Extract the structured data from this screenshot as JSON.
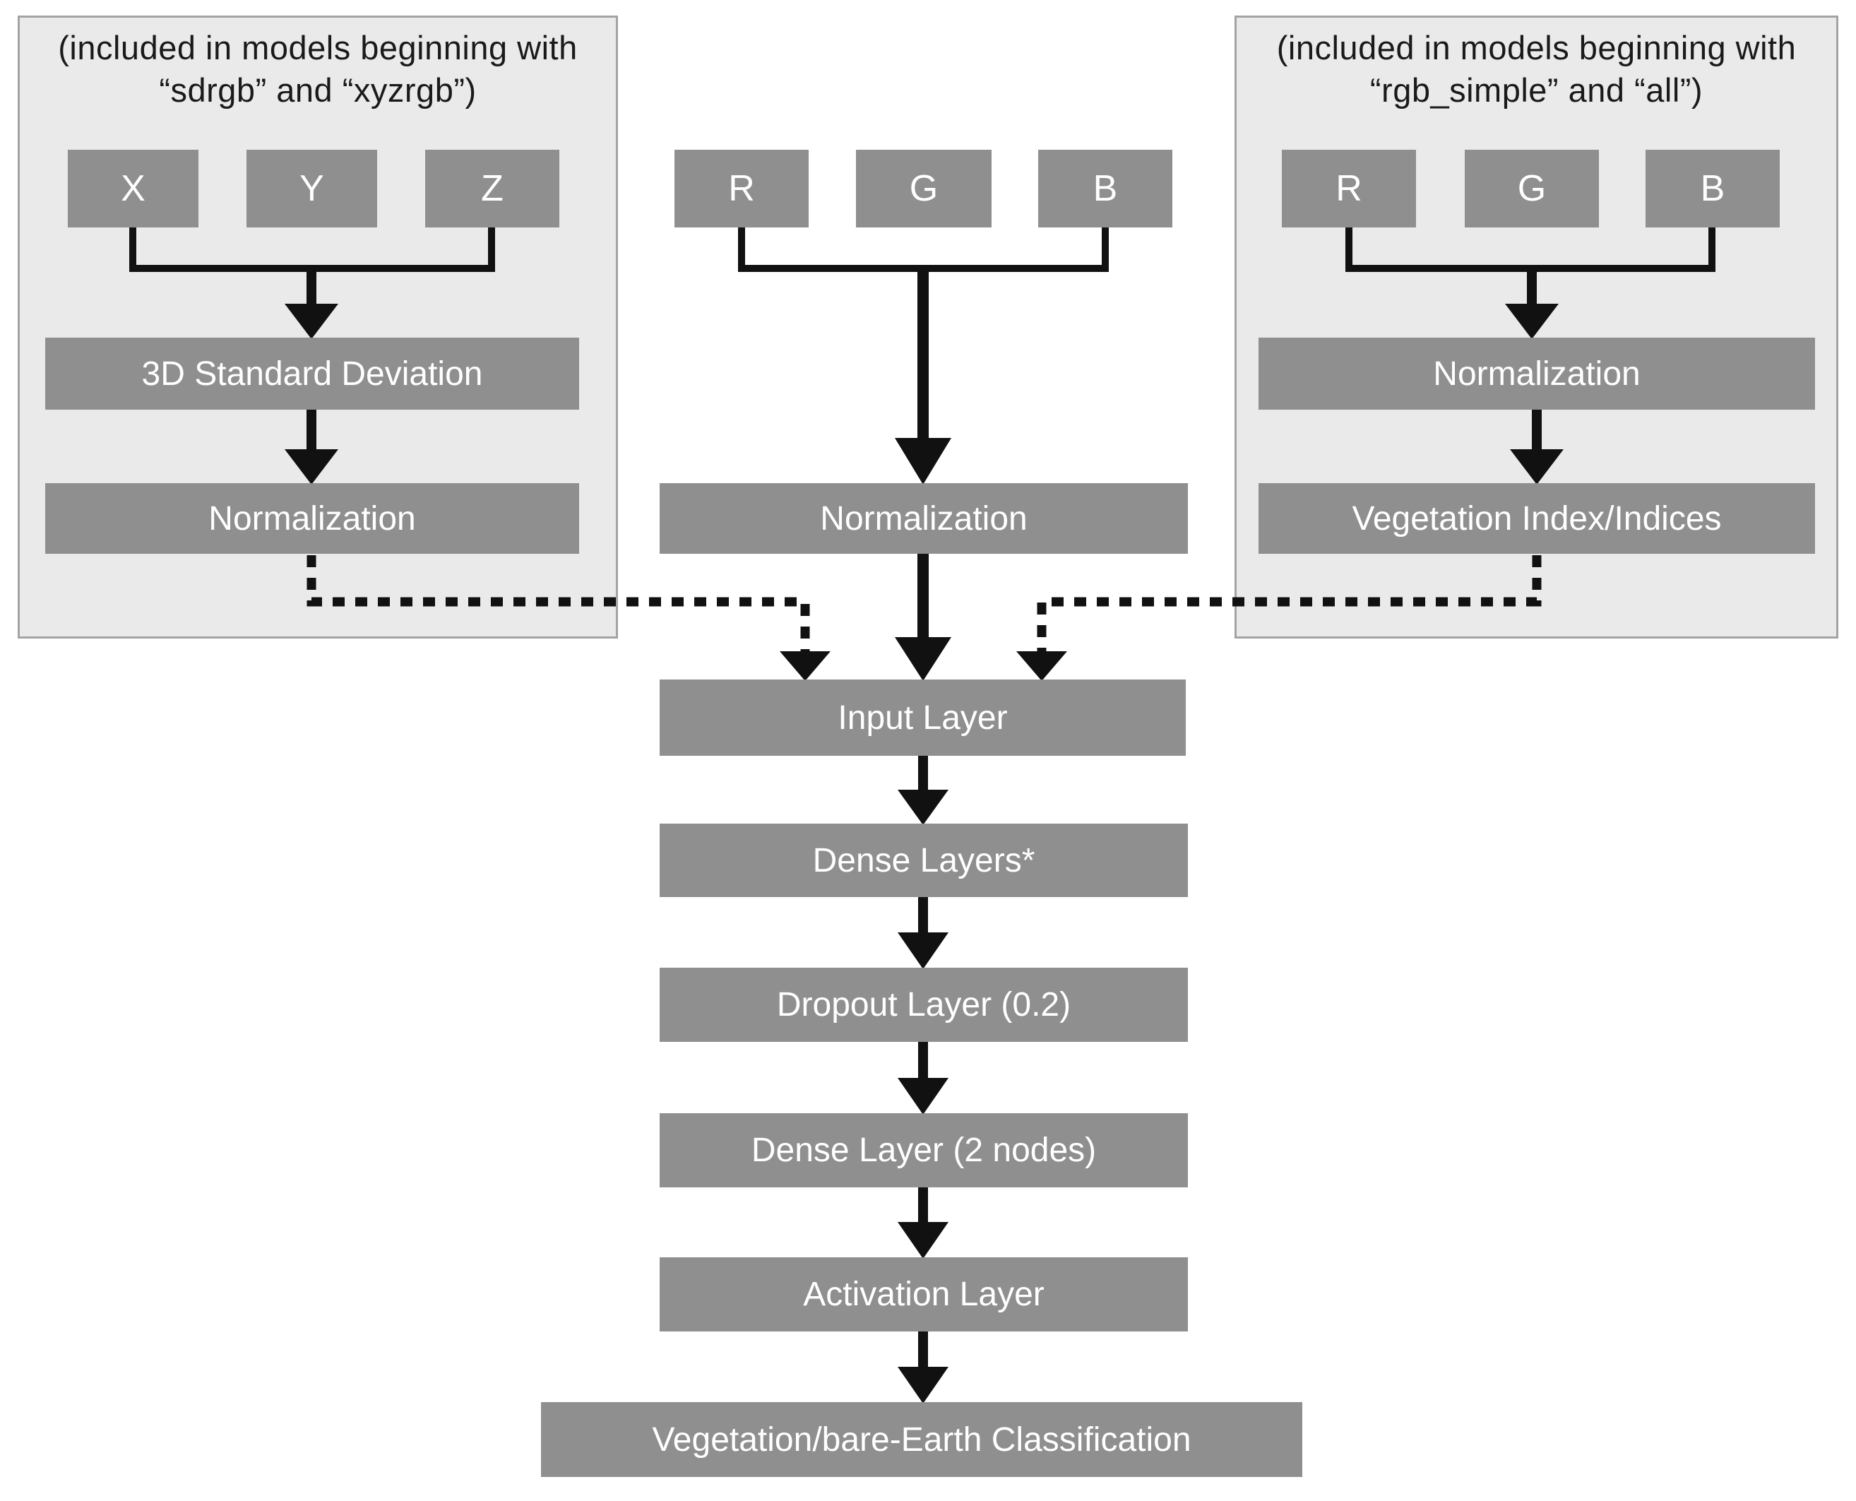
{
  "colors": {
    "box_fill": "#8f8f8f",
    "box_text": "#ffffff",
    "panel_fill": "#eaeaea",
    "panel_border": "#a3a3a3",
    "line": "#111111",
    "background": "#ffffff"
  },
  "left_panel": {
    "caption": "(included in models beginning with “sdrgb” and “xyzrgb”)",
    "inputs": [
      "X",
      "Y",
      "Z"
    ],
    "steps": [
      "3D Standard Deviation",
      "Normalization"
    ]
  },
  "center": {
    "inputs": [
      "R",
      "G",
      "B"
    ],
    "steps": [
      "Normalization",
      "Input Layer",
      "Dense Layers*",
      "Dropout Layer (0.2)",
      "Dense Layer (2 nodes)",
      "Activation Layer",
      "Vegetation/bare-Earth Classification"
    ]
  },
  "right_panel": {
    "caption": "(included in models beginning with “rgb_simple” and “all”)",
    "inputs": [
      "R",
      "G",
      "B"
    ],
    "steps": [
      "Normalization",
      "Vegetation Index/Indices"
    ]
  }
}
